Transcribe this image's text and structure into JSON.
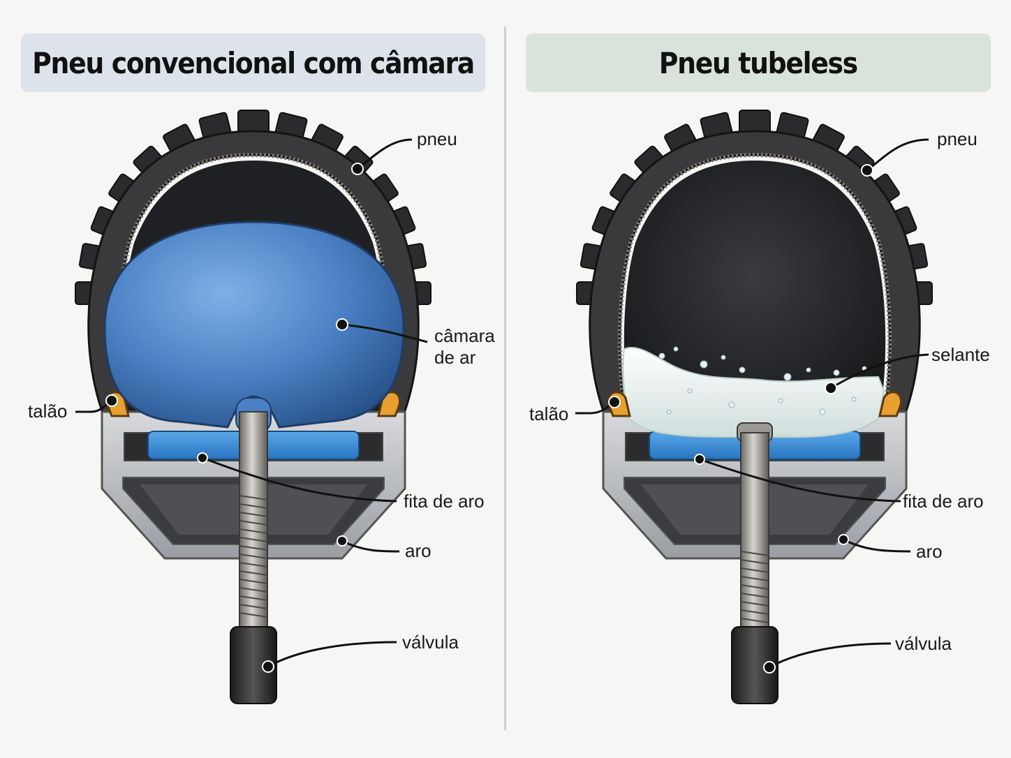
{
  "left_panel": {
    "title": "Pneu convencional com câmara",
    "labels": {
      "pneu": "pneu",
      "camara_line1": "câmara",
      "camara_line2": "de ar",
      "talao": "talão",
      "fita_de_aro": "fita de aro",
      "aro": "aro",
      "valvula": "válvula"
    },
    "colors": {
      "title_bg": "#dce3ea",
      "inner_tube": "#4a80c4",
      "rim_tape": "#3a8fd8",
      "bead": "#e8a030"
    }
  },
  "right_panel": {
    "title": "Pneu tubeless",
    "labels": {
      "pneu": "pneu",
      "selante": "selante",
      "talao": "talão",
      "fita_de_aro": "fita de aro",
      "aro": "aro",
      "valvula": "válvula"
    },
    "colors": {
      "title_bg": "#d8e3dc",
      "cavity": "#222326",
      "sealant": "#e8efee",
      "rim_tape": "#3a8fd8",
      "bead": "#e8a030"
    }
  }
}
